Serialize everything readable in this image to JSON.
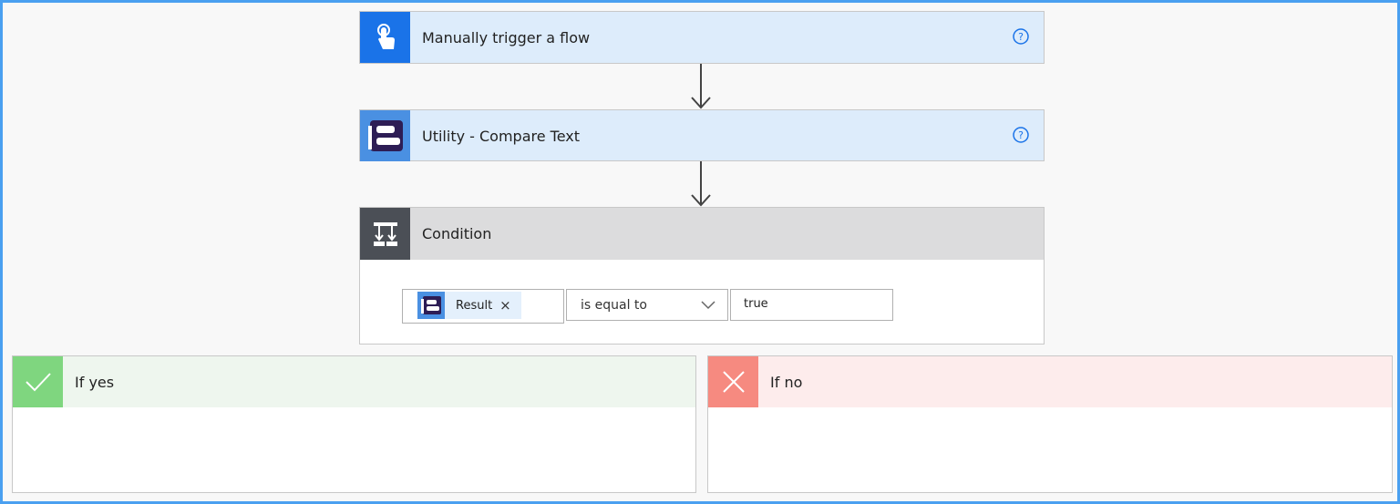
{
  "trigger": {
    "title": "Manually trigger a flow",
    "help_icon": "help-circle-icon"
  },
  "utility": {
    "title": "Utility - Compare Text",
    "help_icon": "help-circle-icon"
  },
  "condition": {
    "title": "Condition",
    "token_label": "Result",
    "token_remove": "×",
    "operator": "is equal to",
    "value": "true"
  },
  "branches": {
    "yes": {
      "title": "If yes",
      "color": "#7fd67f",
      "bg": "#eef6ee"
    },
    "no": {
      "title": "If no",
      "color": "#f68a80",
      "bg": "#fdecec"
    }
  },
  "colors": {
    "trigger_accent": "#1a73e8",
    "utility_accent": "#4a90e2",
    "condition_accent": "#4b4f56",
    "frame": "#4aa0f0"
  }
}
